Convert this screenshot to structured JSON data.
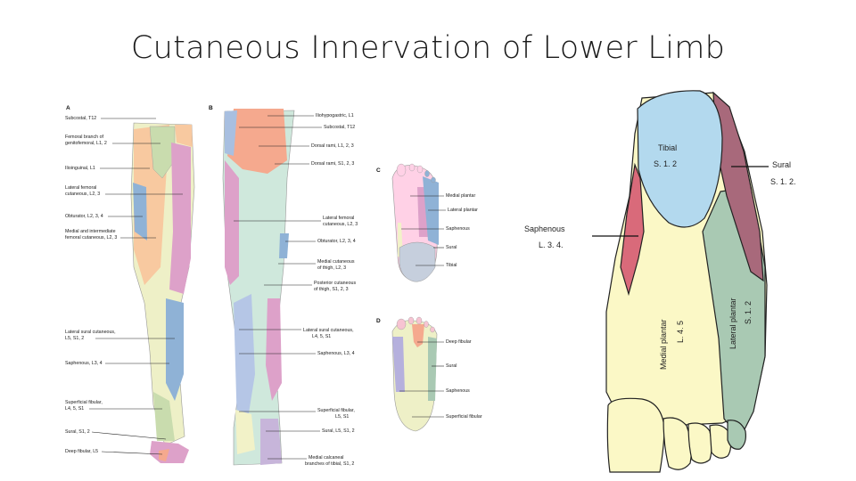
{
  "title": "Cutaneous Innervation of Lower Limb",
  "panels": {
    "a": "A",
    "b": "B",
    "c": "C",
    "d": "D"
  },
  "panel_a": [
    "Subcostal, T12",
    "Femoral branch of",
    "genitofemoral, L1, 2",
    "Ilioinguinal, L1",
    "Lateral femoral",
    "cutaneous, L2, 3",
    "Obturator, L2, 3, 4",
    "Medial and intermediate",
    "femoral cutaneous, L2, 3",
    "Lateral sural cutaneous,",
    "L5, S1, 2",
    "Saphenous, L3, 4",
    "Superficial fibular,",
    "L4, 5, S1",
    "Sural, S1, 2",
    "Deep fibular, L5"
  ],
  "panel_b": [
    "Iliohypogastric, L1",
    "Subcostal, T12",
    "Dorsal rami, L1, 2, 3",
    "Dorsal rami, S1, 2, 3",
    "Lateral femoral",
    "cutaneous, L2, 3",
    "Obturator, L2, 3, 4",
    "Medial cutaneous",
    "of thigh, L2, 3",
    "Posterior cutaneous",
    "of thigh, S1, 2, 3",
    "Lateral sural cutaneous,",
    "L4, 5, S1",
    "Saphenous, L3, 4",
    "Superficial fibular,",
    "L5, S1",
    "Sural, L5, S1, 2",
    "Medial calcaneal",
    "branches of tibial, S1, 2"
  ],
  "panel_c": [
    "Medial plantar",
    "Lateral plantar",
    "Saphenous",
    "Sural",
    "Tibial"
  ],
  "panel_d": [
    "Deep fibular",
    "Sural",
    "Saphenous",
    "Superficial fibular"
  ],
  "foot": {
    "tibial": "Tibial",
    "tibial_roots": "S. 1. 2",
    "sural": "Sural",
    "sural_roots": "S. 1. 2.",
    "saphenous": "Saphenous",
    "saphenous_roots": "L. 3. 4.",
    "medial_plantar": "Medial plantar",
    "medial_plantar_roots": "L. 4. 5",
    "lateral_plantar": "Lateral plantar",
    "lateral_plantar_roots": "S. 1. 2"
  },
  "colors": {
    "tibial": "#b3d9ee",
    "sural": "#a8697b",
    "saphenous": "#d96a7a",
    "medial_plantar": "#fbf8c6",
    "lateral_plantar": "#a9c9b3",
    "pink": "#dda1c9",
    "blue": "#8fb2d6",
    "orange": "#f8c9a0",
    "green": "#c9dcae",
    "yellow": "#eef0c7",
    "mint": "#cfe8dc",
    "salmon": "#f5a98e"
  }
}
